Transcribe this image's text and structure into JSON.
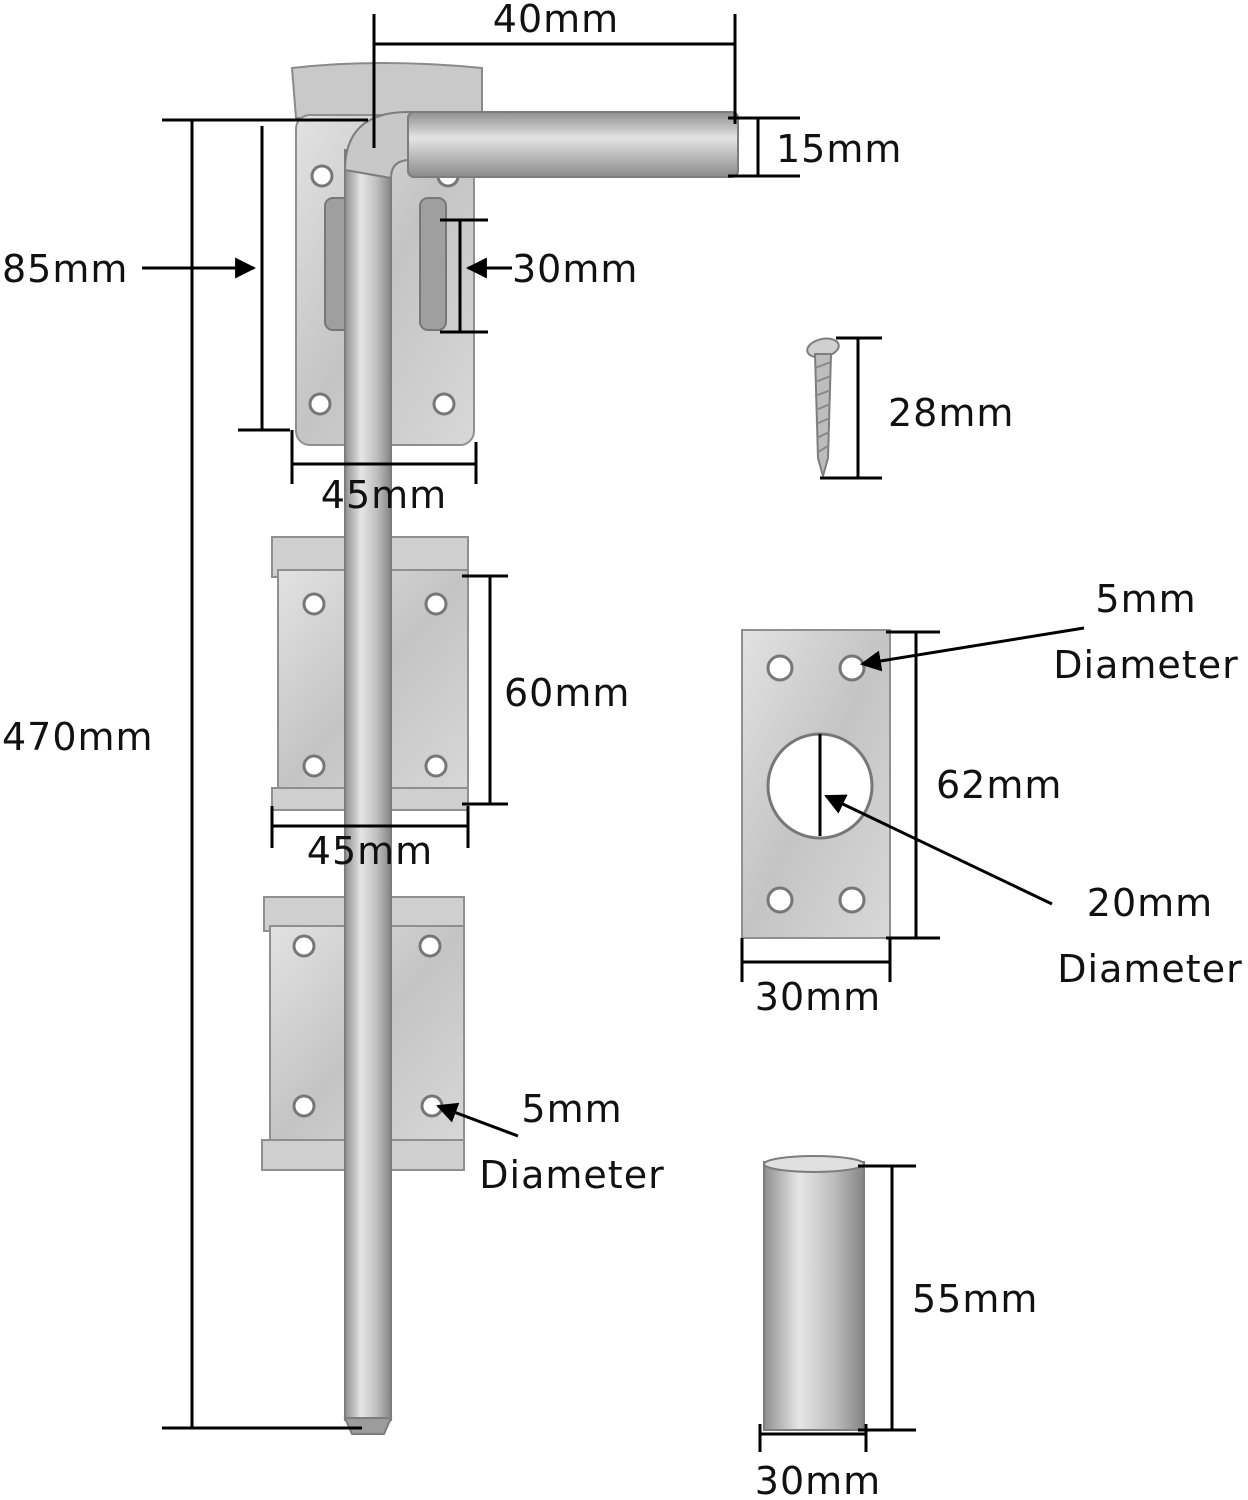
{
  "colors": {
    "background": "#ffffff",
    "metal_light": "#dcdcdc",
    "metal_mid": "#b9b9b9",
    "metal_dark": "#8c8c8c",
    "line": "#000000",
    "text": "#111111"
  },
  "labels": {
    "handle_length": "40mm",
    "handle_thickness": "15mm",
    "top_plate_height": "85mm",
    "slot_length": "30mm",
    "top_plate_width": "45mm",
    "screw_length": "28mm",
    "middle_bracket_height": "60mm",
    "middle_bracket_width": "45mm",
    "total_length": "470mm",
    "lower_hole_size": "5mm",
    "lower_hole_word": "Diameter",
    "keep_hole_size": "5mm",
    "keep_hole_word": "Diameter",
    "keep_height": "62mm",
    "keep_bore_size": "20mm",
    "keep_bore_word": "Diameter",
    "keep_width": "30mm",
    "sleeve_height": "55mm",
    "sleeve_width": "30mm"
  }
}
